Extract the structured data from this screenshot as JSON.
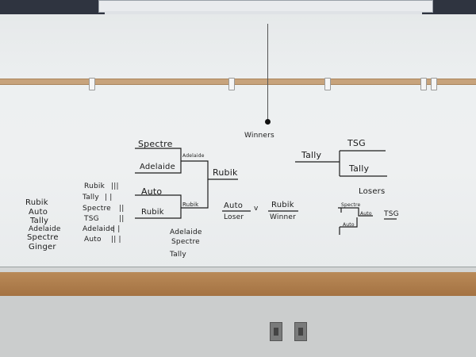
{
  "photo": {
    "subject": "whiteboard",
    "colors": {
      "board": "#eceff0",
      "ink": "#1b1b1b",
      "wood": "#b08050",
      "wall": "#c9cbcb"
    }
  },
  "standings": {
    "teams": [
      "Rubik",
      "Auto",
      "Tally",
      "Adelaide",
      "Spectre",
      "Ginger"
    ]
  },
  "tally_board": {
    "rows": [
      {
        "name": "Rubik",
        "marks": "|||"
      },
      {
        "name": "Tally",
        "marks": "| |"
      },
      {
        "name": "Spectre",
        "marks": "||"
      },
      {
        "name": "TSG",
        "marks": "||"
      },
      {
        "name": "Adelaide",
        "marks": "| |"
      },
      {
        "name": "Auto",
        "marks": "|| |"
      }
    ]
  },
  "bracket_left": {
    "entrants": [
      "Spectre",
      "Adelaide",
      "Auto",
      "Rubik"
    ],
    "round2": [
      "Adelaide",
      "Rubik"
    ],
    "final": "Rubik",
    "eliminated": [
      "Adelaide",
      "Spectre",
      "Tally"
    ]
  },
  "match": {
    "left_top": "Auto",
    "left_bottom": "Loser",
    "versus": "v",
    "right_top": "Rubik",
    "right_bottom": "Winner"
  },
  "bracket_right": {
    "winners_label": "Winners",
    "tally": "Tally",
    "tsg": "TSG",
    "tally_final": "Tally",
    "losers_label": "Losers",
    "losers_top": "Spectre",
    "losers_mid": "Auto",
    "losers_low": "Auto",
    "losers_side": "TSG"
  }
}
